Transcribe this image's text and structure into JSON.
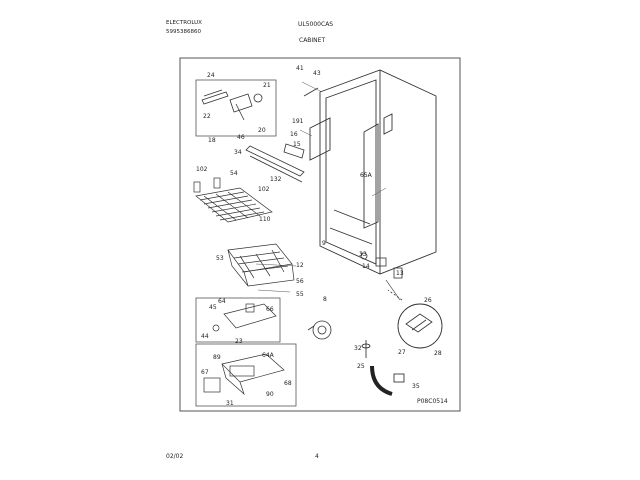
{
  "header": {
    "brand_line": "ELECTROLUX",
    "doc_number": "5995386860",
    "model": "UL5000CAS",
    "section": "CABINET"
  },
  "footer": {
    "date": "02/02",
    "page": "4"
  },
  "diagram_code": "P08C0514",
  "callouts": {
    "c24": "24",
    "c21": "21",
    "c22": "22",
    "c18": "18",
    "c20": "20",
    "c46": "46",
    "c34": "34",
    "c102a": "102",
    "c54": "54",
    "c102b": "102",
    "c132": "132",
    "c110": "110",
    "c41": "41",
    "c43": "43",
    "c191": "191",
    "c16": "16",
    "c15": "15",
    "c65a": "65A",
    "c9": "9",
    "c33": "33",
    "c14": "14",
    "c13": "13",
    "c53": "53",
    "c12": "12",
    "c56": "56",
    "c55": "55",
    "c45": "45",
    "c64": "64",
    "c66": "66",
    "c44": "44",
    "c23": "23",
    "c89": "89",
    "c64a": "64A",
    "c67": "67",
    "c68": "68",
    "c90": "90",
    "c31": "31",
    "c8": "8",
    "c32": "32",
    "c25": "25",
    "c35": "35",
    "c26": "26",
    "c27": "27",
    "c28": "28"
  }
}
